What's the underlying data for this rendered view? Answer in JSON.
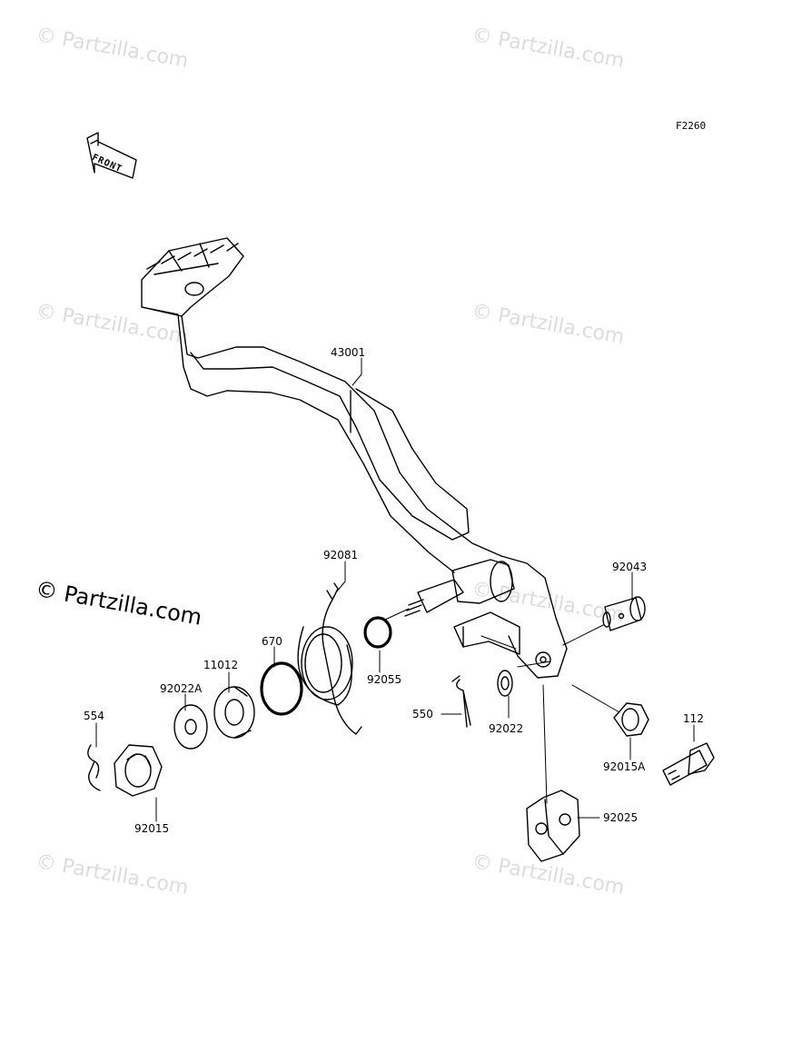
{
  "figure_code": "F2260",
  "front_label": "FRONT",
  "watermark": "© Partzilla.com",
  "watermark_main": "© Partzilla.com",
  "parts": {
    "p43001": "43001",
    "p92081": "92081",
    "p92043": "92043",
    "p670": "670",
    "p11012": "11012",
    "p92022A": "92022A",
    "p554": "554",
    "p92055": "92055",
    "p550": "550",
    "p92022": "92022",
    "p112": "112",
    "p92015A": "92015A",
    "p92015": "92015",
    "p92025": "92025"
  }
}
